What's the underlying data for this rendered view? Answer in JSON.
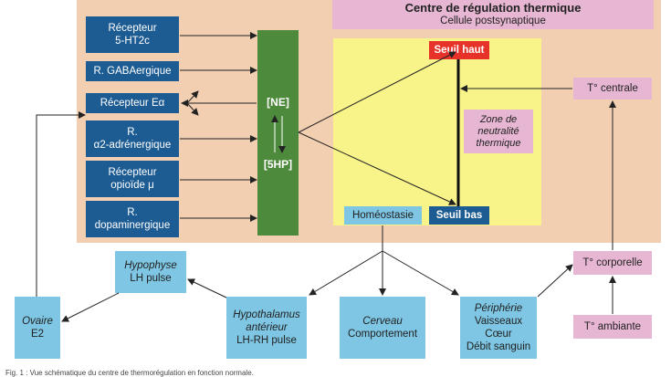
{
  "title": {
    "main": "Centre de régulation thermique",
    "sub": "Cellule postsynaptique"
  },
  "receptors": [
    {
      "line1": "Récepteur",
      "line2": "5-HT2c"
    },
    {
      "line1": "R. GABAergique",
      "line2": ""
    },
    {
      "line1": "Récepteur Eα",
      "line2": ""
    },
    {
      "line1": "R.",
      "line2": "α2-adrénergique"
    },
    {
      "line1": "Récepteur",
      "line2": "opioïde μ"
    },
    {
      "line1": "R.",
      "line2": "dopaminergique"
    }
  ],
  "neuro": {
    "ne": "[NE]",
    "hp": "[5HP]"
  },
  "thresholds": {
    "high": "Seuil haut",
    "low": "Seuil bas",
    "zone": [
      "Zone de",
      "neutralité",
      "thermique"
    ]
  },
  "homeostasie": "Homéostasie",
  "temps": {
    "centrale": "T° centrale",
    "corporelle": "T° corporelle",
    "ambiante": "T° ambiante"
  },
  "boxes": {
    "hypophyse": {
      "title": "Hypophyse",
      "line": "LH pulse"
    },
    "ovaire": {
      "title": "Ovaire",
      "line": "E2"
    },
    "hypothalamus": {
      "title1": "Hypothalamus",
      "title2": "antérieur",
      "line": "LH-RH pulse"
    },
    "cerveau": {
      "title": "Cerveau",
      "line": "Comportement"
    },
    "peripherie": {
      "title": "Périphérie",
      "l1": "Vaisseaux",
      "l2": "Cœur",
      "l3": "Débit sanguin"
    }
  },
  "caption": "Fig. 1 : Vue schématique du centre de thermorégulation en fonction normale."
}
